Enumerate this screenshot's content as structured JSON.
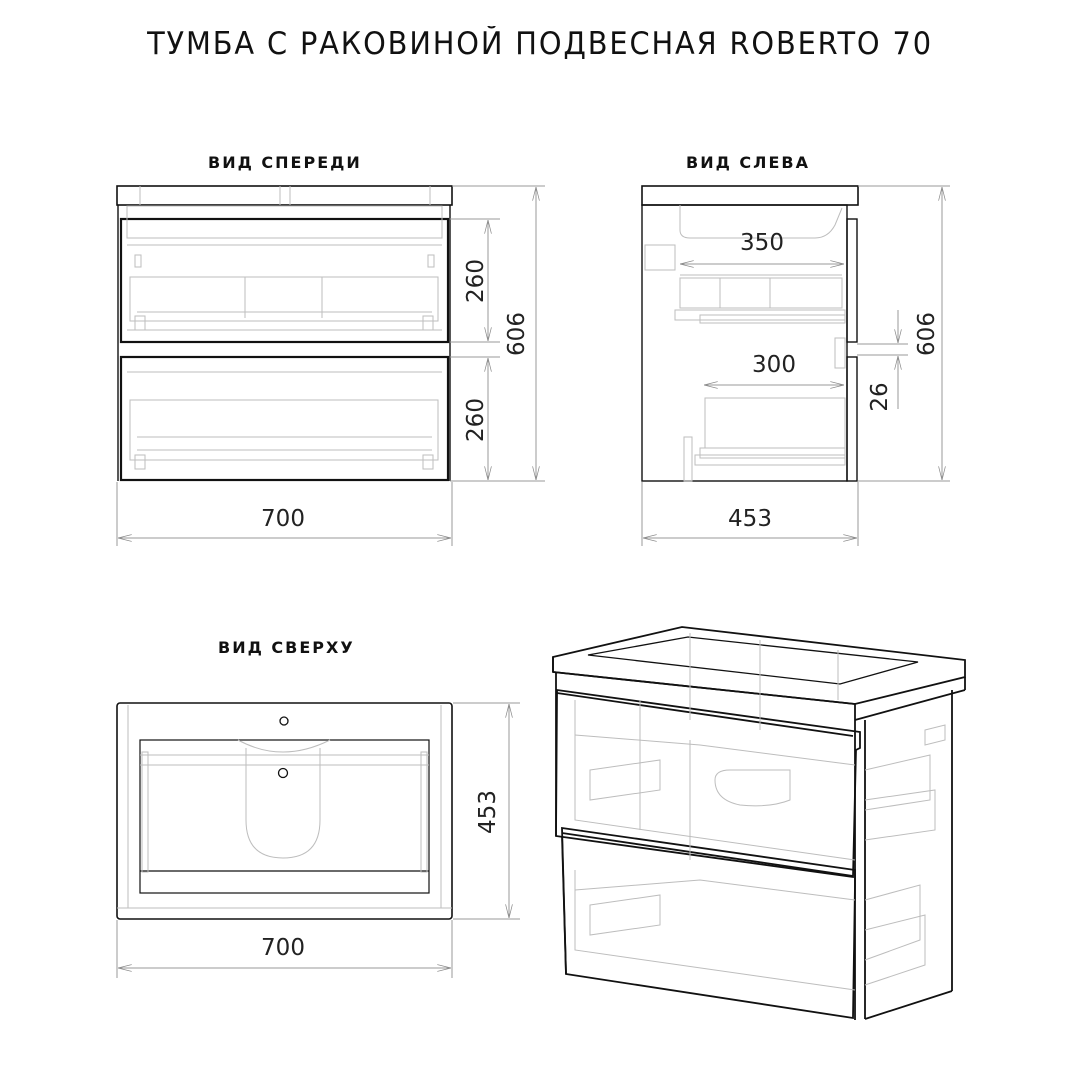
{
  "title": "ТУМБА С РАКОВИНОЙ ПОДВЕСНАЯ ROBERTO 70",
  "views": {
    "front": {
      "label": "ВИД СПЕРЕДИ",
      "dimensions": {
        "width": "700",
        "height_total": "606",
        "drawer_top": "260",
        "drawer_bottom": "260"
      }
    },
    "left": {
      "label": "ВИД СЛЕВА",
      "dimensions": {
        "depth": "453",
        "height_total": "606",
        "drawer_top_depth": "350",
        "drawer_bottom_depth": "300",
        "gap": "26"
      }
    },
    "top": {
      "label": "ВИД СВЕРХУ",
      "dimensions": {
        "width": "700",
        "depth": "453"
      }
    },
    "isometric": {
      "label": ""
    }
  },
  "colors": {
    "line_dark": "#111111",
    "line_light": "#b8b8b8",
    "dimension": "#9a9a9a",
    "background": "#ffffff"
  }
}
